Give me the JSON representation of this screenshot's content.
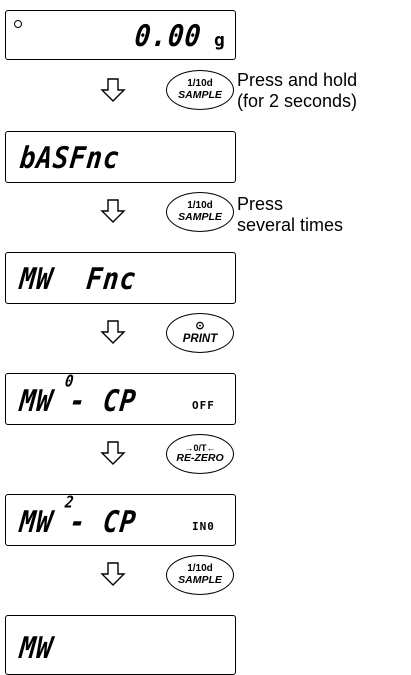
{
  "displays": [
    {
      "main": "0.00",
      "unit": "g"
    },
    {
      "main": "bASFnc"
    },
    {
      "main": "MW  Fnc"
    },
    {
      "main": "MW - CP",
      "sup": "0",
      "small": "OFF"
    },
    {
      "main": "MW - CP",
      "sup": "2",
      "small": "IN0"
    },
    {
      "main": "MW"
    }
  ],
  "keys": [
    {
      "line1": "1/10d",
      "line2": "SAMPLE"
    },
    {
      "line1": "1/10d",
      "line2": "SAMPLE"
    },
    {
      "line1": "⊙",
      "line2": "PRINT"
    },
    {
      "line1": "→0/T←",
      "line2": "RE-ZERO"
    },
    {
      "line1": "1/10d",
      "line2": "SAMPLE"
    }
  ],
  "notes": [
    {
      "line1": "Press and hold",
      "line2": "(for 2 seconds)"
    },
    {
      "line1": "Press",
      "line2": "several times"
    }
  ],
  "icons": {
    "arrow": "down-arrow-icon",
    "stable": "stability-indicator-icon"
  }
}
